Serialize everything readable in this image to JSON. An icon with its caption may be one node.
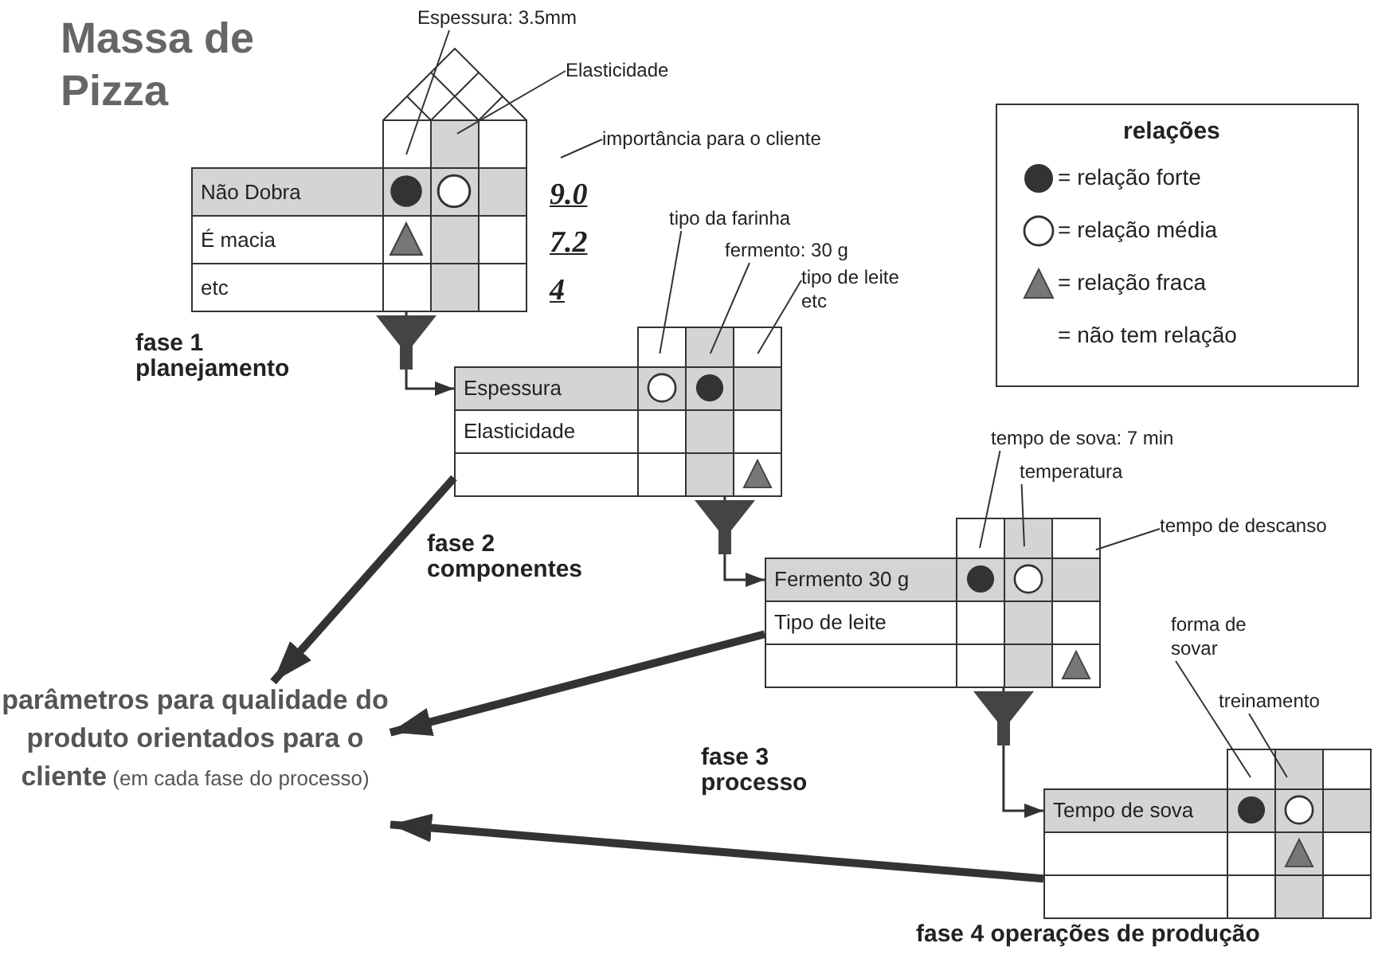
{
  "diagram": {
    "title": "Massa de Pizza",
    "nodes": [
      {
        "text": [
          "Não Dobra",
          "É macia",
          "etc"
        ],
        "beside": [
          "fase 1 planejamento"
        ]
      },
      {
        "text": [
          "Espessura",
          "Elasticidade"
        ],
        "beside": [
          "fase 2 componentes"
        ]
      },
      {
        "text": [
          "Fermento 30 g",
          "Tipo de leite"
        ],
        "beside": [
          "fase 3 processo"
        ]
      },
      {
        "text": [
          "Tempo de sova"
        ],
        "beside": [
          "fase 4 operações de produção"
        ]
      },
      {
        "text": [
          "**parâmetros para qualidade do produto orientados para o cliente** (em cada fase do processo)"
        ]
      },
      {
        "text": [
          "Espessura: 3.5mm"
        ]
      },
      {
        "text": [
          "Elasticidade"
        ]
      },
      {
        "text": [
          "importância para o cliente"
        ]
      },
      {
        "text": [
          "tipo da farinha"
        ]
      },
      {
        "text": [
          "fermento: 30 g"
        ]
      },
      {
        "text": [
          "tipo de leite etc"
        ]
      },
      {
        "text": [
          "tempo de sova: 7 min"
        ]
      },
      {
        "text": [
          "temperatura"
        ]
      },
      {
        "text": [
          "tempo de descanso"
        ]
      },
      {
        "text": [
          "forma de sovar"
        ]
      },
      {
        "text": [
          "treinamento"
        ]
      }
    ],
    "edges": [
      {
        "from": 0,
        "to": 1,
        "arrow": "to"
      },
      {
        "from": 1,
        "to": 2,
        "arrow": "to"
      },
      {
        "from": 2,
        "to": 3,
        "arrow": "to"
      },
      {
        "from": 1,
        "to": 4,
        "arrow": "to",
        "style": "thick"
      },
      {
        "from": 2,
        "to": 4,
        "arrow": "to",
        "style": "thick"
      },
      {
        "from": 3,
        "to": 4,
        "arrow": "to",
        "style": "thick"
      },
      {
        "from": 5,
        "to": 0,
        "arrow": "none"
      },
      {
        "from": 6,
        "to": 0,
        "arrow": "none"
      },
      {
        "from": 7,
        "to": null,
        "arrow": "none"
      },
      {
        "from": 8,
        "to": 1,
        "arrow": "none"
      },
      {
        "from": 9,
        "to": 1,
        "arrow": "none"
      },
      {
        "from": 10,
        "to": 1,
        "arrow": "none"
      },
      {
        "from": 11,
        "to": 2,
        "arrow": "none"
      },
      {
        "from": 12,
        "to": 2,
        "arrow": "none"
      },
      {
        "from": 13,
        "to": 2,
        "arrow": "none"
      },
      {
        "from": 14,
        "to": 3,
        "arrow": "none"
      },
      {
        "from": 15,
        "to": 3,
        "arrow": "none"
      }
    ],
    "labels": [
      "9.0",
      "7.2",
      "4",
      "relações"
    ],
    "legend": [
      {
        "text": "= relação forte"
      },
      {
        "text": "= relação média"
      },
      {
        "text": "= relação fraca"
      },
      {
        "text": "= não tem relação"
      }
    ]
  }
}
